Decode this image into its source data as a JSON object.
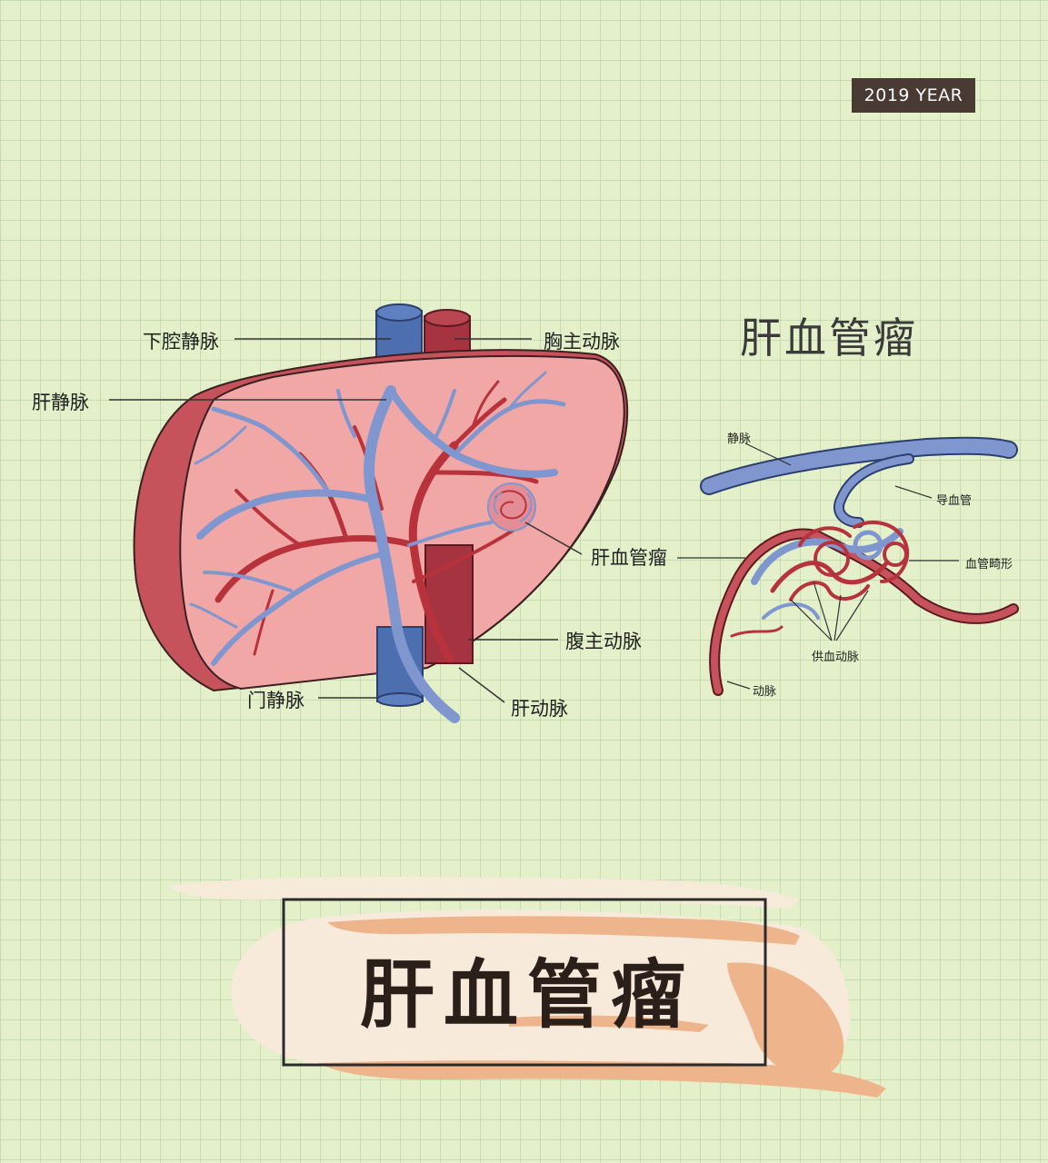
{
  "badge": {
    "year": "2019 YEAR"
  },
  "liver_labels": {
    "ivc": "下腔静脉",
    "thoracic_aorta": "胸主动脉",
    "hepatic_vein": "肝静脉",
    "hemangioma": "肝血管瘤",
    "abdominal_aorta": "腹主动脉",
    "portal_vein": "门静脉",
    "hepatic_artery": "肝动脉"
  },
  "detail": {
    "title": "肝血管瘤",
    "vein": "静脉",
    "drain": "导血管",
    "malformation": "血管畸形",
    "feeding_artery": "供血动脉",
    "artery": "动脉"
  },
  "banner": {
    "title": "肝血管瘤"
  },
  "colors": {
    "background": "#e3f0c9",
    "liver": "#f2a7a7",
    "liver_edge": "#c0505a",
    "vein": "#7f96cf",
    "artery": "#b8323c",
    "badge": "#4a3a34",
    "brush": "#eeb48c"
  }
}
